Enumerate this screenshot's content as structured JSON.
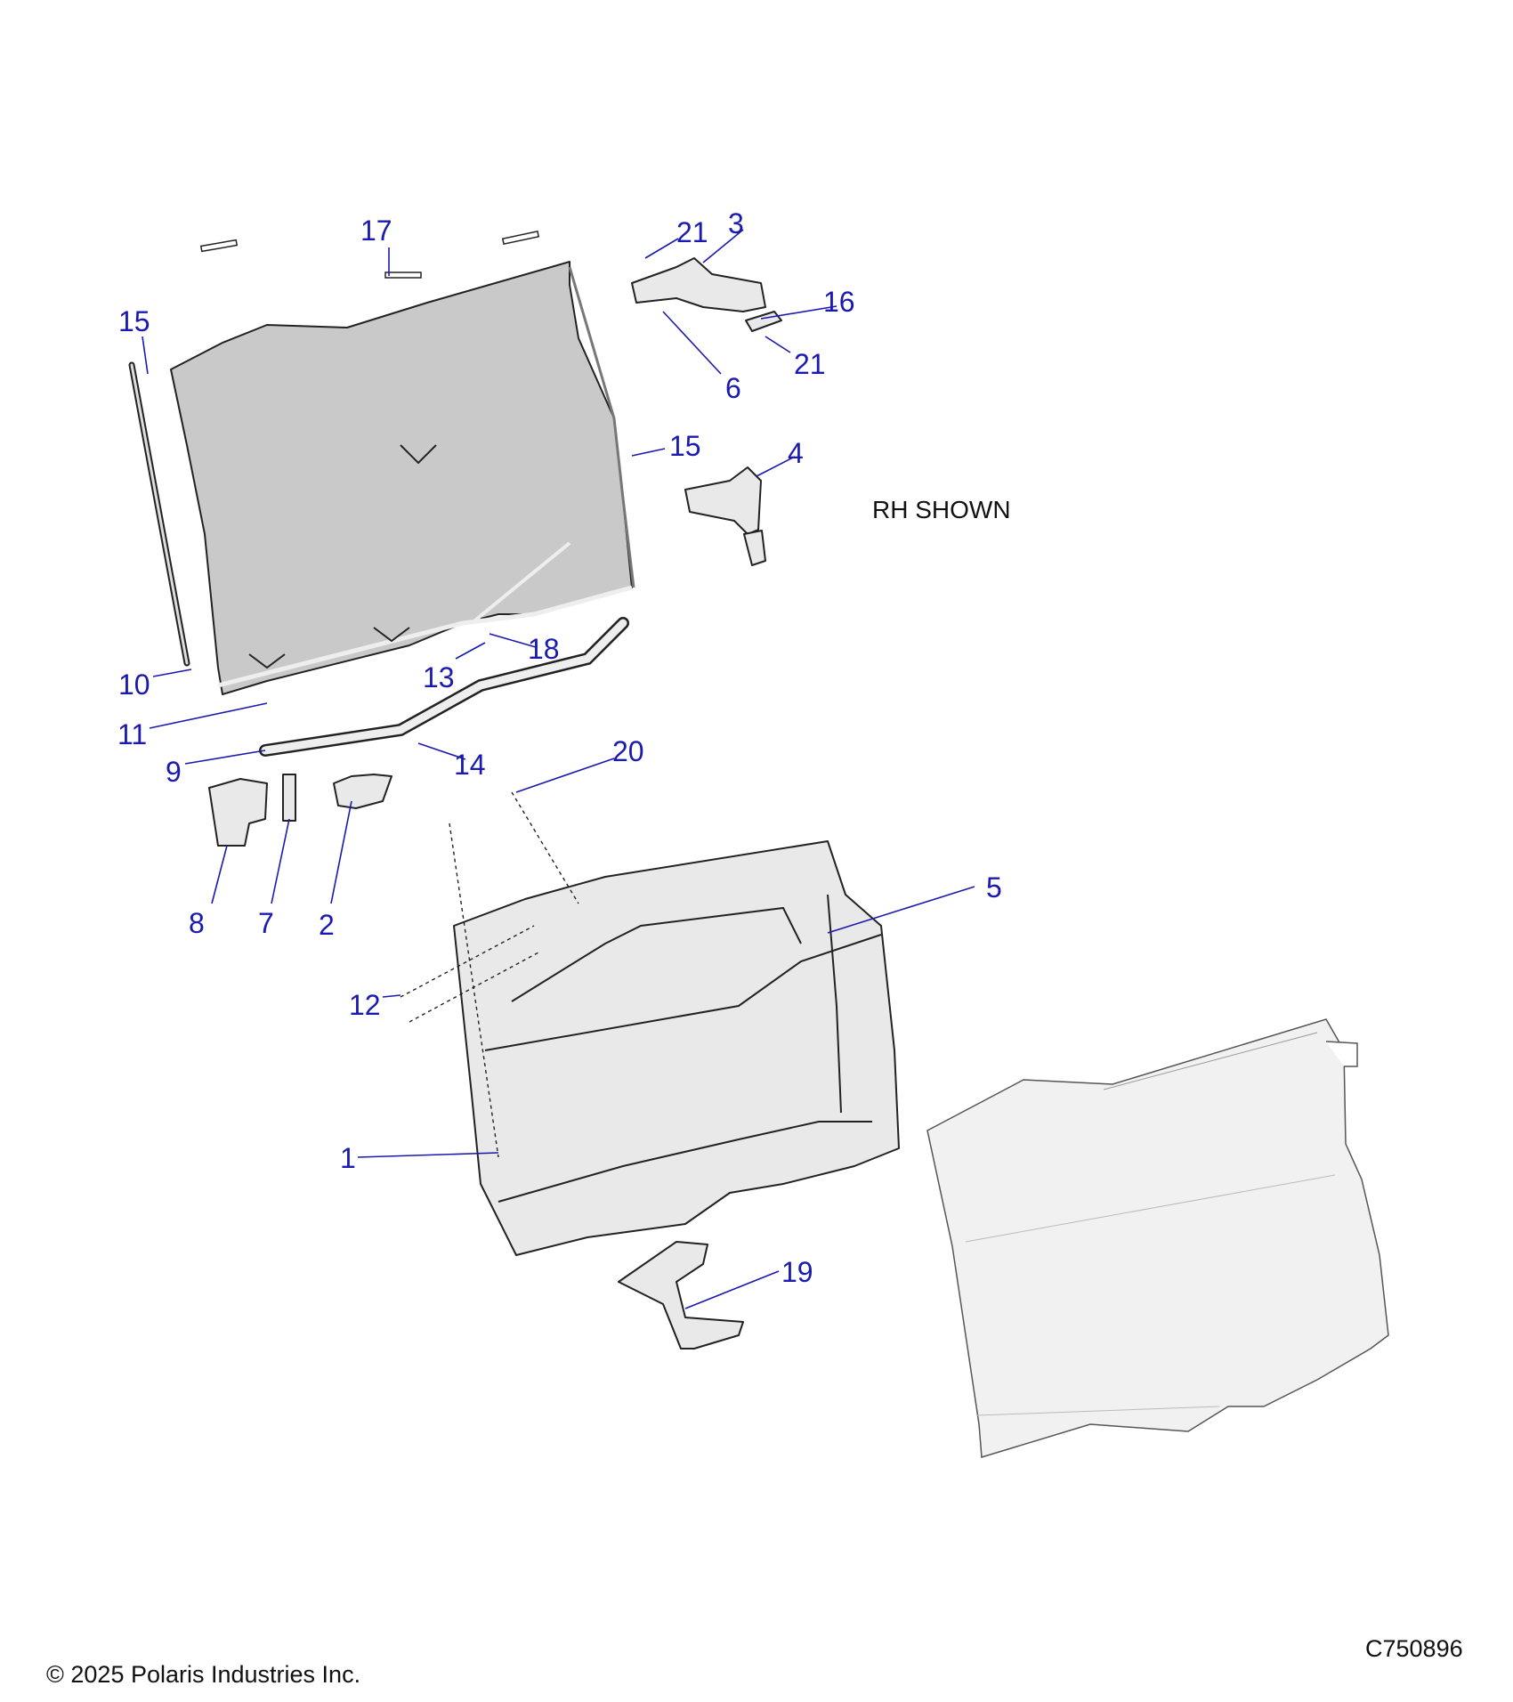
{
  "note": "RH SHOWN",
  "copyright": "© 2025 Polaris Industries Inc.",
  "drawing_number": "C750896",
  "colors": {
    "callout": "#1a1ab0",
    "line_art": "#222222",
    "panel_fill": "#c9c9c9",
    "part_fill": "#e9e9e9",
    "ghost_fill": "#f1f1f1"
  },
  "callouts": [
    {
      "id": "c17",
      "text": "17"
    },
    {
      "id": "c21a",
      "text": "21"
    },
    {
      "id": "c3",
      "text": "3"
    },
    {
      "id": "c16",
      "text": "16"
    },
    {
      "id": "c21b",
      "text": "21"
    },
    {
      "id": "c6",
      "text": "6"
    },
    {
      "id": "c15a",
      "text": "15"
    },
    {
      "id": "c15b",
      "text": "15"
    },
    {
      "id": "c4",
      "text": "4"
    },
    {
      "id": "c10",
      "text": "10"
    },
    {
      "id": "c18",
      "text": "18"
    },
    {
      "id": "c13",
      "text": "13"
    },
    {
      "id": "c11",
      "text": "11"
    },
    {
      "id": "c9",
      "text": "9"
    },
    {
      "id": "c14",
      "text": "14"
    },
    {
      "id": "c20",
      "text": "20"
    },
    {
      "id": "c5",
      "text": "5"
    },
    {
      "id": "c8",
      "text": "8"
    },
    {
      "id": "c7",
      "text": "7"
    },
    {
      "id": "c2",
      "text": "2"
    },
    {
      "id": "c12",
      "text": "12"
    },
    {
      "id": "c1",
      "text": "1"
    },
    {
      "id": "c19",
      "text": "19"
    }
  ]
}
